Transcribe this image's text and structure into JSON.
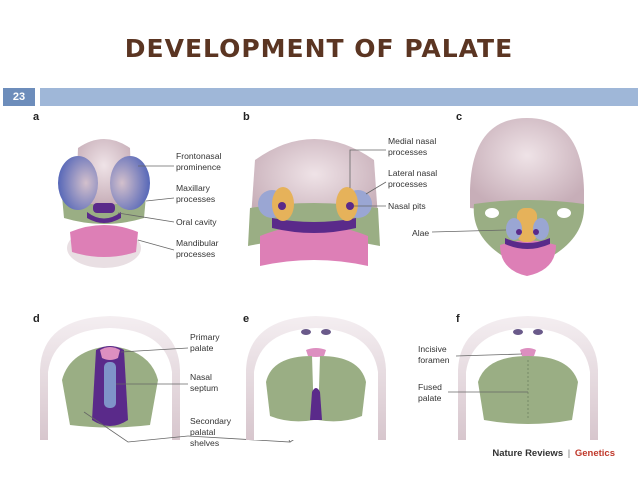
{
  "slide": {
    "title": "DEVELOPMENT OF PALATE",
    "number": "23"
  },
  "figure": {
    "panels": [
      "a",
      "b",
      "c",
      "d",
      "e",
      "f"
    ],
    "labels": {
      "frontonasal_1": "Frontonasal",
      "frontonasal_2": "prominence",
      "maxillary_1": "Maxillary",
      "maxillary_2": "processes",
      "oral_cavity": "Oral cavity",
      "mandibular_1": "Mandibular",
      "mandibular_2": "processes",
      "medial_nasal_1": "Medial nasal",
      "medial_nasal_2": "processes",
      "lateral_nasal_1": "Lateral nasal",
      "lateral_nasal_2": "processes",
      "nasal_pits": "Nasal pits",
      "alae": "Alae",
      "primary_palate_1": "Primary",
      "primary_palate_2": "palate",
      "nasal_septum_1": "Nasal",
      "nasal_septum_2": "septum",
      "secondary_1": "Secondary",
      "secondary_2": "palatal",
      "secondary_3": "shelves",
      "incisive_1": "Incisive",
      "incisive_2": "foramen",
      "fused_1": "Fused",
      "fused_2": "palate"
    },
    "colors": {
      "frontonasal": "#d8c2c9",
      "maxillary": "#9aae84",
      "mandibular": "#dd7fb6",
      "medial_nasal": "#e6b25a",
      "lateral_nasal": "#9aa6d3",
      "oral": "#5a2a8a",
      "head_blue": "#6e7fc6"
    }
  },
  "credit": {
    "brand": "Nature Reviews",
    "separator": "|",
    "journal": "Genetics"
  }
}
